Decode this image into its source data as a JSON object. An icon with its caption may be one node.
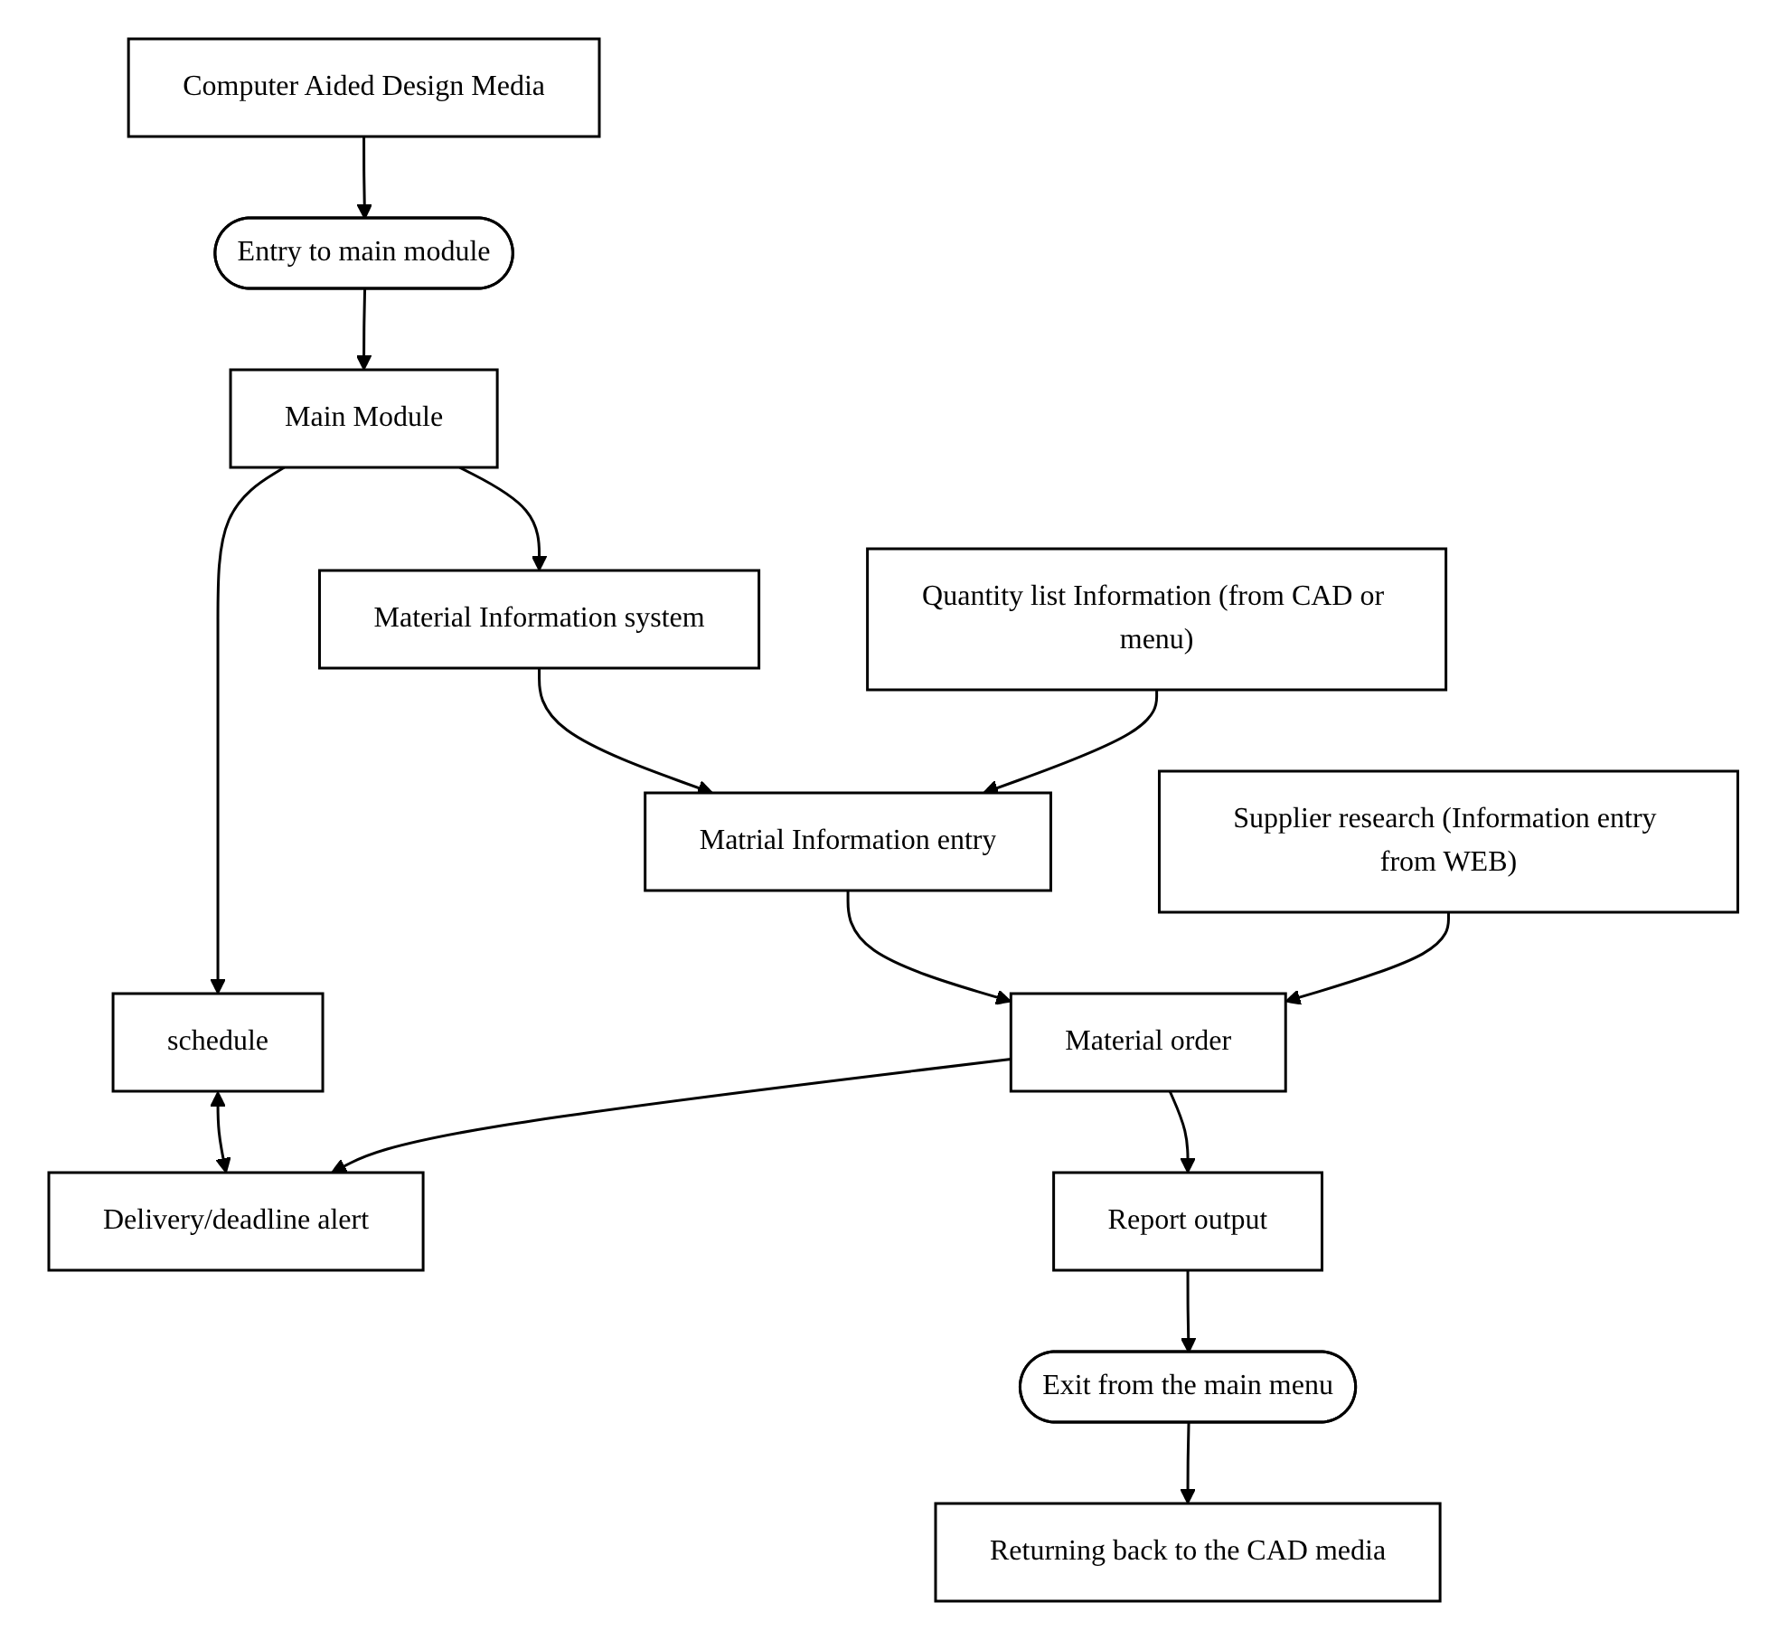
{
  "diagram": {
    "nodes": [
      {
        "text": [
          "Computer Aided Design Media"
        ]
      },
      {
        "text": [
          "Entry to main module"
        ]
      },
      {
        "text": [
          "schedule"
        ]
      },
      {
        "text": [
          "Main Module"
        ]
      },
      {
        "text": [
          "Material Information system"
        ]
      },
      {
        "text": [
          "Matrial Information entry"
        ]
      },
      {
        "text": [
          "Quantity list Information (from CAD or menu)"
        ]
      },
      {
        "text": [
          "Delivery/deadline alert"
        ]
      },
      {
        "text": [
          "Material order"
        ]
      },
      {
        "text": [
          "Supplier research (Information entry from WEB)"
        ]
      },
      {
        "text": [
          "Report output"
        ]
      },
      {
        "text": [
          "Exit from the main menu"
        ]
      },
      {
        "text": [
          "Returning back to the CAD media"
        ]
      }
    ],
    "edges": [
      {
        "from": 0,
        "to": 1,
        "arrow": "to"
      },
      {
        "from": 1,
        "to": 3,
        "arrow": "to"
      },
      {
        "from": 3,
        "to": 2,
        "arrow": "to"
      },
      {
        "from": 3,
        "to": 4,
        "arrow": "to"
      },
      {
        "from": 4,
        "to": 5,
        "arrow": "to"
      },
      {
        "from": 6,
        "to": 5,
        "arrow": "to"
      },
      {
        "from": 5,
        "to": 8,
        "arrow": "to"
      },
      {
        "from": 2,
        "to": 7,
        "arrow": "both"
      },
      {
        "from": 8,
        "to": 7,
        "arrow": "to"
      },
      {
        "from": 9,
        "to": 8,
        "arrow": "to"
      },
      {
        "from": 8,
        "to": 10,
        "arrow": "to"
      },
      {
        "from": 10,
        "to": 11,
        "arrow": "to"
      },
      {
        "from": 11,
        "to": 12,
        "arrow": "to"
      }
    ]
  }
}
